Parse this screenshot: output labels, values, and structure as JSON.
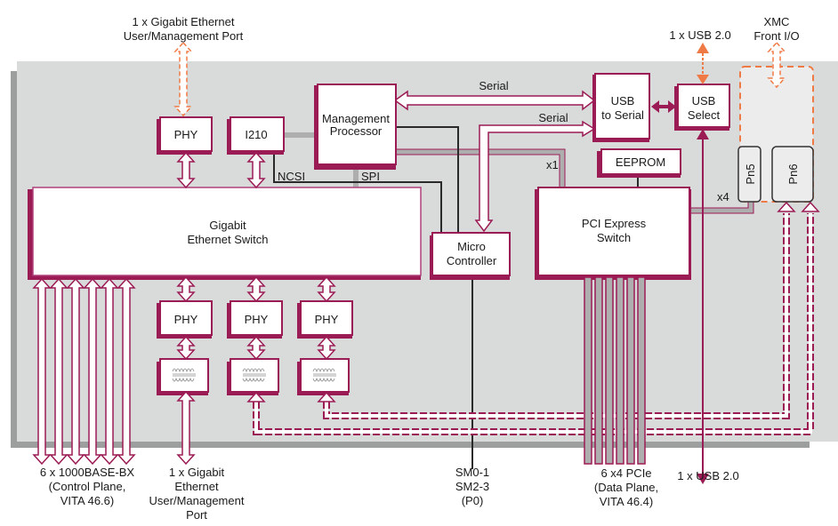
{
  "diagram": {
    "title": "XMC Switch Board Block Diagram",
    "colors": {
      "accent": "#9b1b55",
      "orange": "#f07a45",
      "board": "#d9dada",
      "shadow": "#9d9e9e",
      "gray_link": "#aeaeae",
      "black_line": "#2a2a2a",
      "connector": "#ececec"
    },
    "external_labels": {
      "top_gbe_line1": "1 x Gigabit Ethernet",
      "top_gbe_line2": "User/Management Port",
      "top_usb": "1 x USB 2.0",
      "xmc_line1": "XMC",
      "xmc_line2": "Front I/O",
      "bottom_bx_line1": "6 x 1000BASE-BX",
      "bottom_bx_line2": "(Control Plane,",
      "bottom_bx_line3": "VITA 46.6)",
      "bottom_gbe_line1": "1 x Gigabit",
      "bottom_gbe_line2": "Ethernet",
      "bottom_gbe_line3": "User/Management",
      "bottom_gbe_line4": "Port",
      "bottom_sm_line1": "SM0-1",
      "bottom_sm_line2": "SM2-3",
      "bottom_sm_line3": "(P0)",
      "bottom_pcie_line1": "6  x4 PCIe",
      "bottom_pcie_line2": "(Data Plane,",
      "bottom_pcie_line3": "VITA 46.4)",
      "bottom_usb": "1 x USB 2.0"
    },
    "blocks": {
      "phy_top": "PHY",
      "i210": "I210",
      "mgmt_line1": "Management",
      "mgmt_line2": "Processor",
      "usb_serial_line1": "USB",
      "usb_serial_line2": "to Serial",
      "usb_select_line1": "USB",
      "usb_select_line2": "Select",
      "eeprom": "EEPROM",
      "gbe_switch_line1": "Gigabit",
      "gbe_switch_line2": "Ethernet Switch",
      "micro_line1": "Micro",
      "micro_line2": "Controller",
      "pcie_switch_line1": "PCI Express",
      "pcie_switch_line2": "Switch",
      "phy_1": "PHY",
      "phy_2": "PHY",
      "phy_3": "PHY",
      "pn5": "Pn5",
      "pn6": "Pn6"
    },
    "link_labels": {
      "serial_1": "Serial",
      "serial_2": "Serial",
      "ncsi": "NCSI",
      "spi": "SPI",
      "x1": "x1",
      "x4": "x4"
    }
  }
}
